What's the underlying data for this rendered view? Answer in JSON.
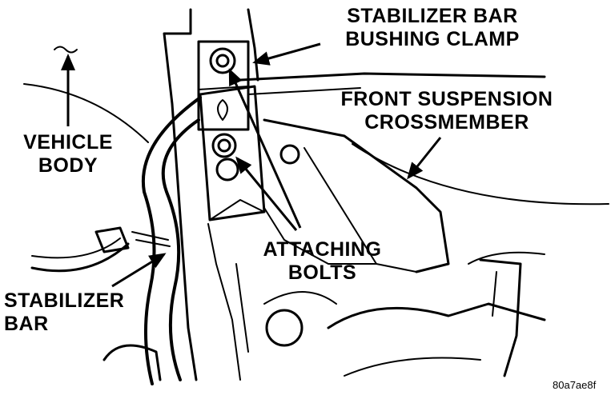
{
  "labels": {
    "stabilizer_bar_bushing_clamp": [
      "STABILIZER BAR",
      "BUSHING CLAMP"
    ],
    "front_suspension_crossmember": [
      "FRONT SUSPENSION",
      "CROSSMEMBER"
    ],
    "vehicle_body": [
      "VEHICLE",
      "BODY"
    ],
    "attaching_bolts": [
      "ATTACHING",
      "BOLTS"
    ],
    "stabilizer_bar": [
      "STABILIZER",
      "BAR"
    ]
  },
  "figure_code": "80a7ae8f",
  "colors": {
    "ink": "#000000",
    "paper": "#ffffff"
  }
}
